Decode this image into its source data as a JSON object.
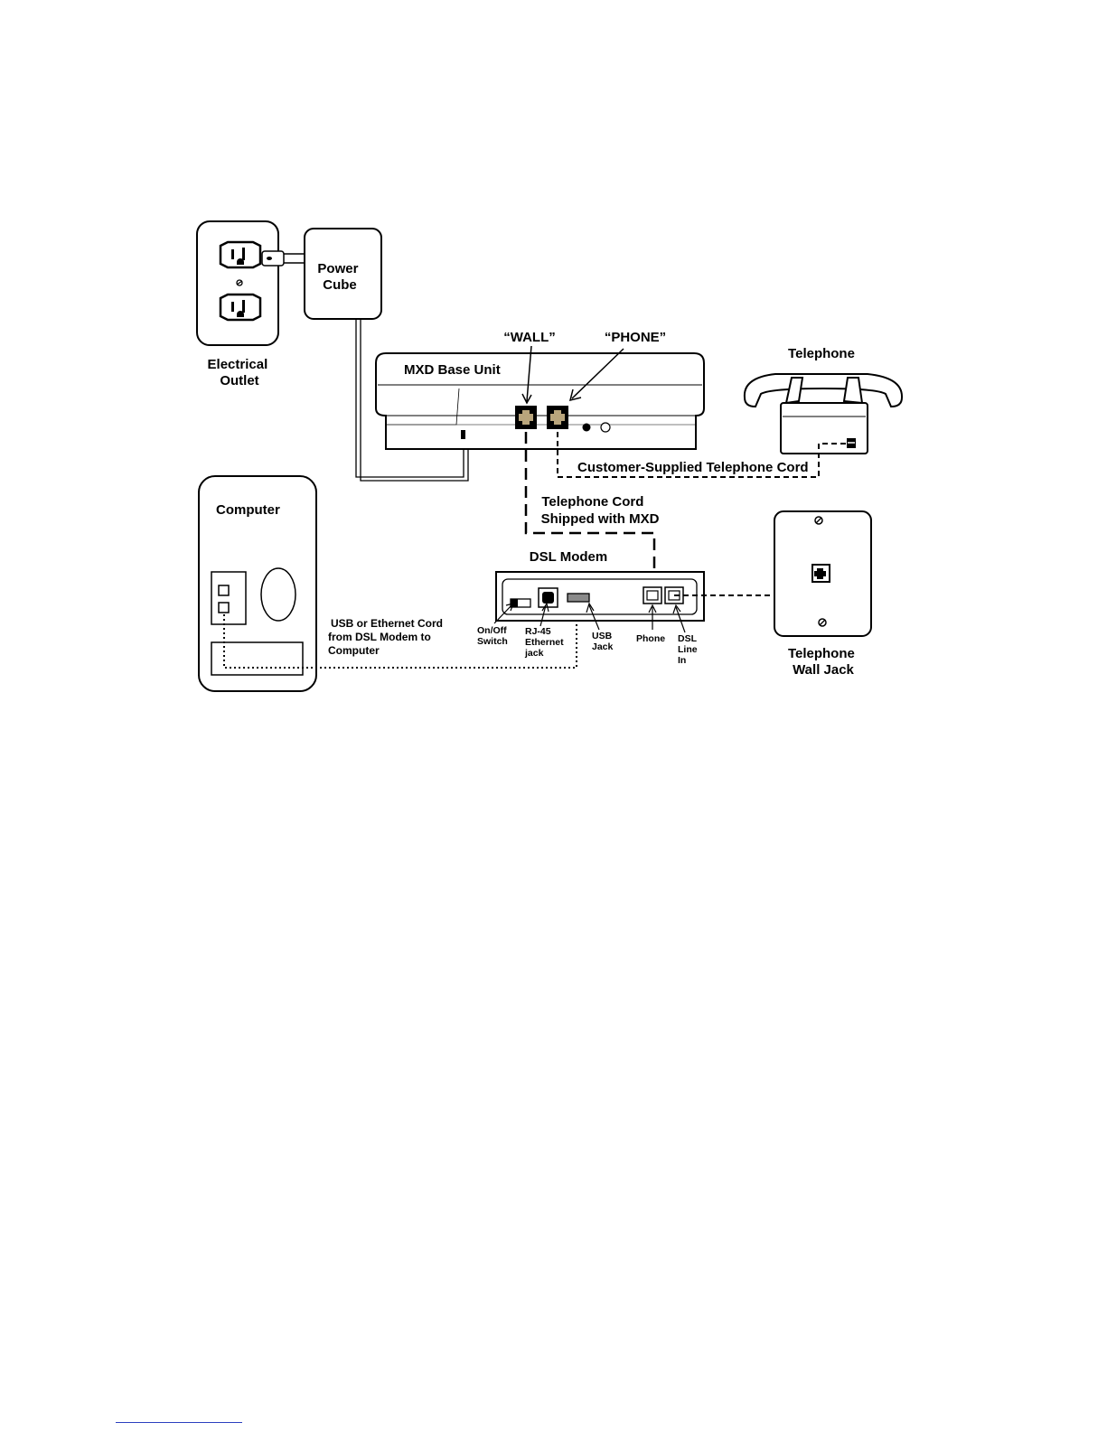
{
  "labels": {
    "electrical_outlet": [
      "Electrical",
      "Outlet"
    ],
    "power_cube": [
      "Power",
      "Cube"
    ],
    "wall_port": "“WALL”",
    "phone_port": "“PHONE”",
    "mxd_base_unit": "MXD Base Unit",
    "telephone": "Telephone",
    "customer_cord": "Customer-Supplied  Telephone Cord",
    "shipped_cord": [
      "Telephone Cord",
      "Shipped with MXD"
    ],
    "computer": "Computer",
    "dsl_modem": "DSL Modem",
    "usb_ethernet_cord": [
      "USB or Ethernet Cord",
      "from DSL Modem to",
      "Computer"
    ],
    "on_off_switch": [
      "On/Off",
      "Switch"
    ],
    "rj45": [
      "RJ-45",
      "Ethernet",
      "jack"
    ],
    "usb_jack": [
      "USB",
      "Jack"
    ],
    "modem_phone": "Phone",
    "dsl_line_in": [
      "DSL",
      "Line",
      "In"
    ],
    "wall_jack": [
      "Telephone",
      "Wall Jack"
    ]
  },
  "colors": {
    "line": "#000000",
    "port_fill": "#b9a57c",
    "usb_fill": "#8a8a8a",
    "footer_rule": "#2b3fbf"
  }
}
